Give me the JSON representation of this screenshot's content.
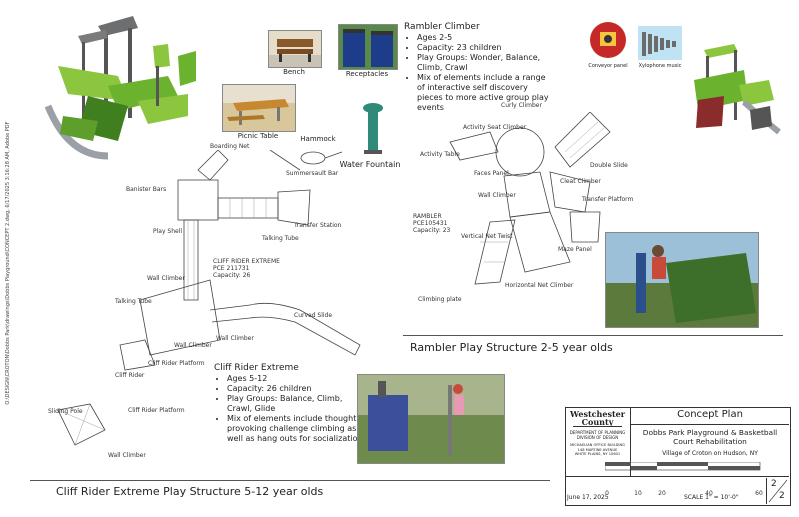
{
  "file_path": "O:\\DESIGN\\CROTON\\Dobbs Park\\drawings\\Dobbs Playground\\CONCEPT 2.dwg, 6/17/2025 3:16:28 AM, Adobe PDF",
  "amenities": {
    "bench": "Bench",
    "receptacles": "Receptacles",
    "picnic_table": "Picnic Table",
    "hammock": "Hammock",
    "water_fountain": "Water Fountain"
  },
  "rambler_notes": {
    "title": "Rambler Climber",
    "bullets": [
      "Ages 2-5",
      "Capacity:  23 children",
      "Play Groups:  Wonder, Balance, Climb, Crawl",
      "Mix of elements include a range of interactive self discovery pieces to more active group play events"
    ]
  },
  "rambler_panels": {
    "conveyor": "Conveyor panel",
    "xylophone": "Xylophone music"
  },
  "cliff_notes": {
    "title": "Cliff Rider Extreme",
    "bullets": [
      "Ages 5-12",
      "Capacity:  26 children",
      "Play Groups:  Balance, Climb, Crawl, Glide",
      "Mix of elements include thought provoking challenge climbing as well as hang outs for socialization"
    ]
  },
  "cliff_plan_labels": {
    "boarding_net": "Boarding Net",
    "banister_bars": "Banister Bars",
    "summersault_bar": "Summersault Bar",
    "play_shell": "Play Shell",
    "talking_tube_top": "Talking Tube",
    "transfer_station": "Transfer Station",
    "model_name": "CLIFF RIDER EXTREME",
    "model_code": "PCE 211731",
    "model_capacity": "Capacity:  26",
    "wall_climber_1": "Wall Climber",
    "talking_tube_left": "Talking Tube",
    "curved_slide": "Curved Slide",
    "wall_climber_2": "Wall Climber",
    "wall_climber_3": "Wall Climber",
    "cliff_rider_platform": "Cliff Rider Platform",
    "cliff_rider": "Cliff Rider",
    "sliding_pole": "Sliding Pole",
    "cliff_rider_platform_2": "Cliff Rider Platform",
    "wall_climber_4": "Wall Climber"
  },
  "rambler_plan_labels": {
    "curly_climber": "Curly Climber",
    "activity_seat_climber": "Activity Seat Climber",
    "activity_table": "Activity Table",
    "faces_panel": "Faces Panel",
    "double_slide": "Double Slide",
    "cleat_climber": "Cleat Climber",
    "wall_climber": "Wall Climber",
    "transfer_platform": "Transfer Platform",
    "model_name": "RAMBLER",
    "model_code": "PCE105431",
    "model_capacity": "Capacity:  23",
    "vertical_net_twist": "Vertical Net Twist",
    "maze_panel": "Maze Panel",
    "horizontal_net_climber": "Horizontal Net Climber",
    "climbing_plate": "Climbing plate"
  },
  "section_titles": {
    "rambler": "Rambler Play Structure 2-5 year olds",
    "cliff": "Cliff Rider Extreme Play Structure 5-12 year olds"
  },
  "title_block": {
    "county_line1": "Westchester",
    "county_line2": "County",
    "dept_line1": "DEPARTMENT OF PLANNING",
    "dept_line2": "DIVISION OF DESIGN",
    "addr_line1": "MICHAELIAN OFFICE BUILDING",
    "addr_line2": "148 MARTINE AVENUE",
    "addr_line3": "WHITE PLAINS, NY 10601",
    "sheet_title": "Concept Plan",
    "project_line1": "Dobbs Park Playground & Basketball",
    "project_line2": "Court Rehabilitation",
    "location": "Village of Croton on Hudson, NY",
    "scale_ticks": [
      "0",
      "10",
      "20",
      "40",
      "60"
    ],
    "date": "June 17, 2025",
    "scale": "SCALE 1\" = 10'-0\"",
    "sheet_num": "2",
    "sheet_total": "2"
  },
  "colors": {
    "green": "#8cc63f",
    "dark": "#3a3a3a",
    "grey": "#9aa0a6",
    "line": "#555555"
  }
}
